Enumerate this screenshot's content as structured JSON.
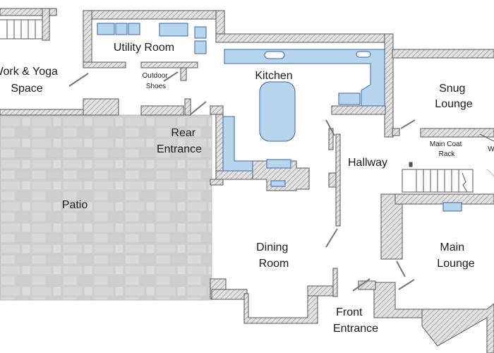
{
  "colors": {
    "wall_outline": "#555555",
    "wall_hatch": "#9a9a9a",
    "fixture_fill": "#b7d6ee",
    "fixture_stroke": "#3a63a8",
    "patio_fill": "#d2d2d2",
    "background": "#ffffff"
  },
  "rooms": {
    "work_yoga": [
      "Work & Yoga",
      "Space"
    ],
    "utility": [
      "Utility Room"
    ],
    "outdoor_shoes": [
      "Outdoor",
      "Shoes"
    ],
    "kitchen": [
      "Kitchen"
    ],
    "snug": [
      "Snug",
      "Lounge"
    ],
    "coat_rack": [
      "Main Coat",
      "Rack"
    ],
    "rear_entrance": [
      "Rear",
      "Entrance"
    ],
    "hallway": [
      "Hallway"
    ],
    "patio": [
      "Patio"
    ],
    "dining": [
      "Dining",
      "Room"
    ],
    "main_lounge": [
      "Main",
      "Lounge"
    ],
    "front_entrance": [
      "Front",
      "Entrance"
    ],
    "edge_w": [
      "W"
    ]
  }
}
